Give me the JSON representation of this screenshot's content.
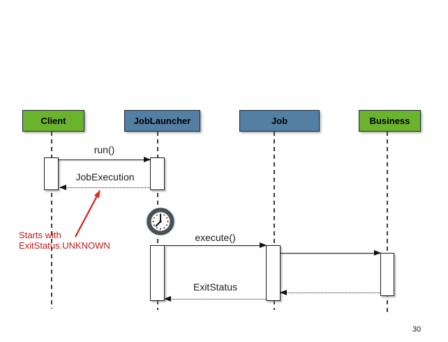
{
  "page_number": "30",
  "colors": {
    "actor_green": "#6CB32D",
    "actor_blue": "#537FA3",
    "annotation_red": "#C41A1A",
    "arrow_red": "#DD2B20"
  },
  "actors": [
    {
      "label": "Client"
    },
    {
      "label": "JobLauncher"
    },
    {
      "label": "Job"
    },
    {
      "label": "Business"
    }
  ],
  "messages": {
    "run": "run()",
    "job_execution": "JobExecution",
    "execute": "execute()",
    "exit_status": "ExitStatus"
  },
  "annotation": {
    "line1": "Starts with",
    "line2": "ExitStatus.UNKNOWN"
  },
  "icons": {
    "clock": "clock-icon"
  }
}
